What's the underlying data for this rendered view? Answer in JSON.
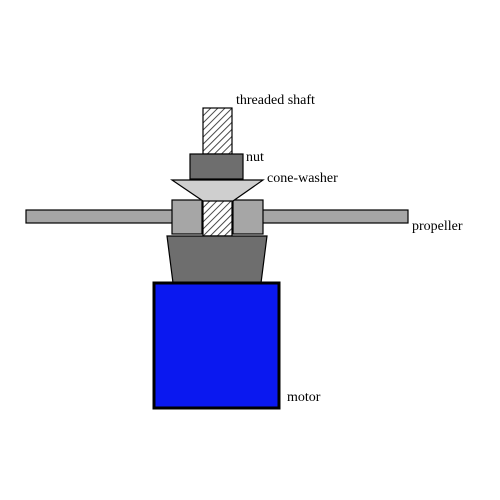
{
  "labels": {
    "threaded_shaft": "threaded shaft",
    "nut": "nut",
    "cone_washer": "cone-washer",
    "propeller": "propeller",
    "motor": "motor"
  },
  "colors": {
    "background": "#ffffff",
    "outline": "#000000",
    "propeller": "#a6a6a6",
    "hub": "#a6a6a6",
    "cone_washer": "#cfcfcf",
    "nut": "#6e6e6e",
    "adapter": "#6e6e6e",
    "shaft_hatch_bg": "#ffffff",
    "shaft_hatch_line": "#4a4a4a",
    "motor": "#0a18f0"
  }
}
